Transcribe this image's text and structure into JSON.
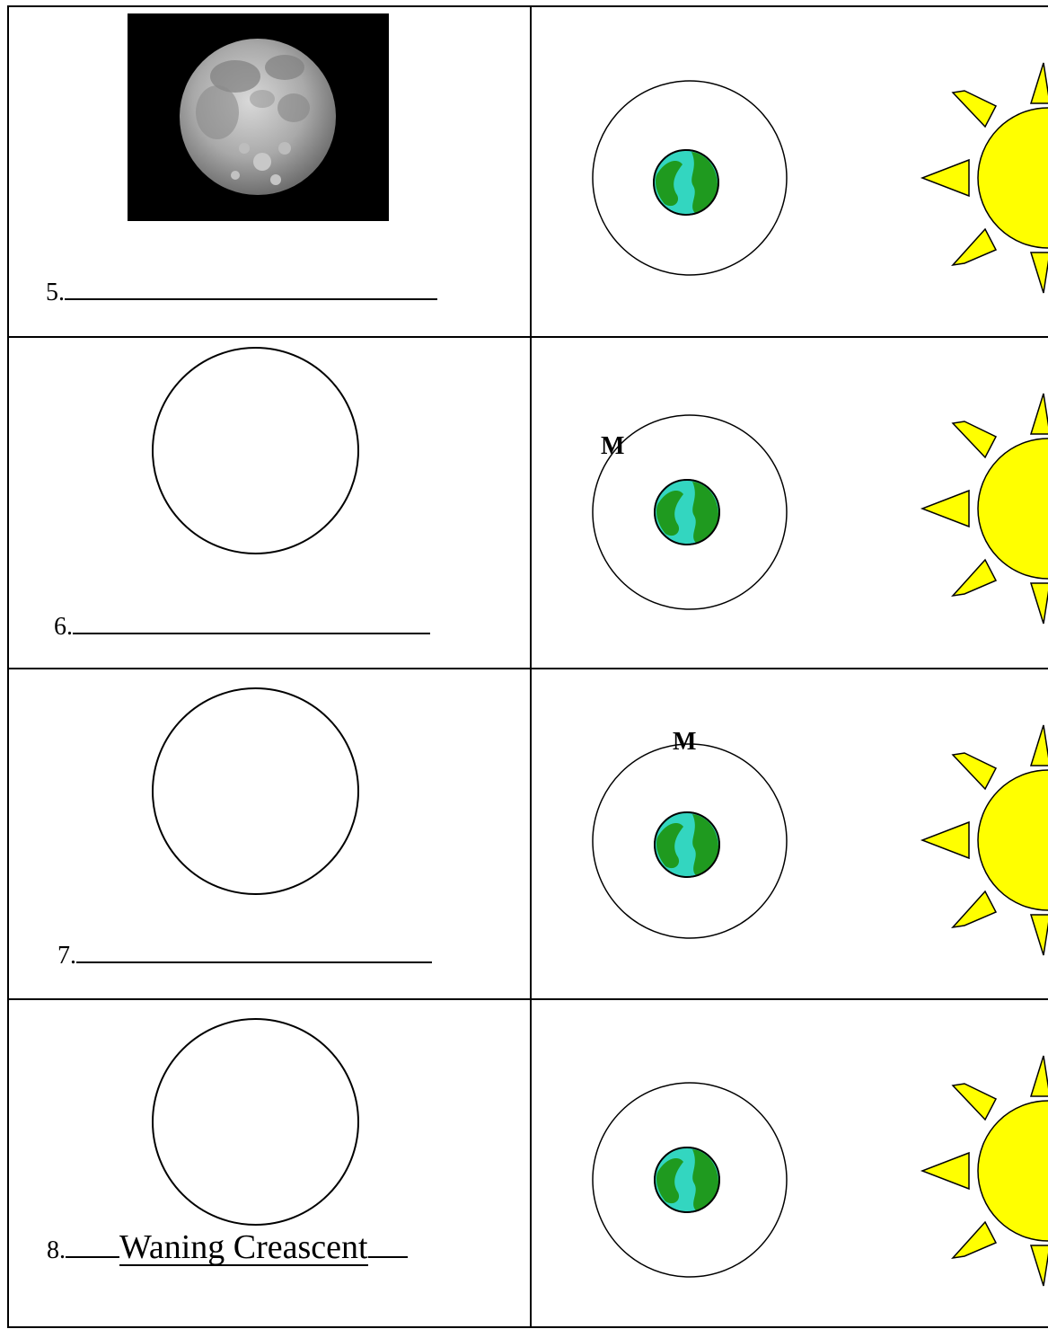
{
  "rows": [
    {
      "number": "5.",
      "answer": "",
      "moon_position_label": ""
    },
    {
      "number": "6.",
      "answer": "",
      "moon_position_label": "M"
    },
    {
      "number": "7.",
      "answer": "",
      "moon_position_label": "M"
    },
    {
      "number": "8.",
      "answer": "Waning Creascent",
      "moon_position_label": ""
    }
  ],
  "colors": {
    "sun": "#ffff00",
    "earth_land": "#1f9a1f",
    "earth_water": "#33d6c0",
    "moon_photo_background": "#000000"
  },
  "icons": [
    "full-moon-photo",
    "earth-icon",
    "sun-icon"
  ]
}
